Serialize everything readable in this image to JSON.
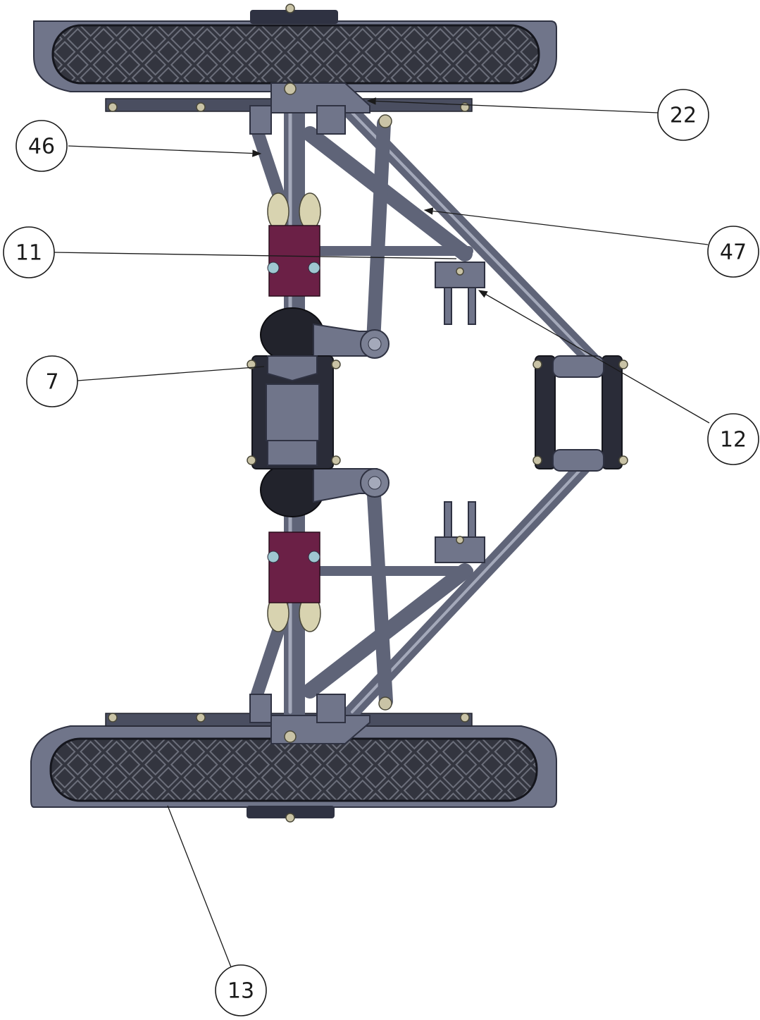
{
  "diagram": {
    "callouts": [
      {
        "id": "c22",
        "label": "22"
      },
      {
        "id": "c46",
        "label": "46"
      },
      {
        "id": "c11",
        "label": "11"
      },
      {
        "id": "c47",
        "label": "47"
      },
      {
        "id": "c7",
        "label": "7"
      },
      {
        "id": "c12",
        "label": "12"
      },
      {
        "id": "c13",
        "label": "13"
      }
    ],
    "colors": {
      "frame": "#5f6478",
      "frame_highlight": "#a4a9ba",
      "tire": "#2a2c38",
      "tread": "#5a5d6a",
      "sprocket": "#6b2046",
      "roller": "#d8d3b0",
      "line": "#1a1a1a"
    }
  }
}
